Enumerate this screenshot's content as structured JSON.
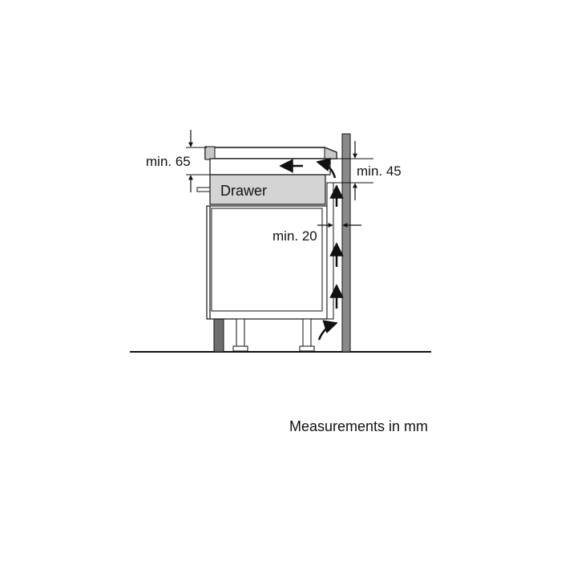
{
  "labels": {
    "top_clearance": "min. 65",
    "rear_gap": "min. 45",
    "wall_gap": "min. 20",
    "drawer": "Drawer",
    "caption": "Measurements in mm"
  },
  "colors": {
    "line": "#111111",
    "wall": "#8a8a8a",
    "plinth": "#6e6e6e",
    "drawer_fill": "#d4d4d4",
    "worktop": "#c8c8c8"
  }
}
